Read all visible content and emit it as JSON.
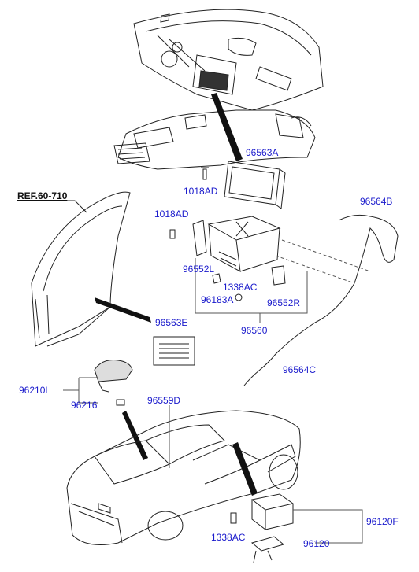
{
  "reference": "REF.60-710",
  "labels": {
    "p96563A": "96563A",
    "p1018AD_top": "1018AD",
    "p1018AD_mid": "1018AD",
    "p96564B": "96564B",
    "p96552L": "96552L",
    "p1338AC_mid": "1338AC",
    "p96183A": "96183A",
    "p96552R": "96552R",
    "p96560": "96560",
    "p96563E": "96563E",
    "p96564C": "96564C",
    "p96210L": "96210L",
    "p96216": "96216",
    "p96559D": "96559D",
    "p96120F": "96120F",
    "p1338AC_bot": "1338AC",
    "p96120": "96120"
  },
  "colors": {
    "label": "#1a1acc",
    "line": "#222222",
    "leader": "#555555"
  }
}
